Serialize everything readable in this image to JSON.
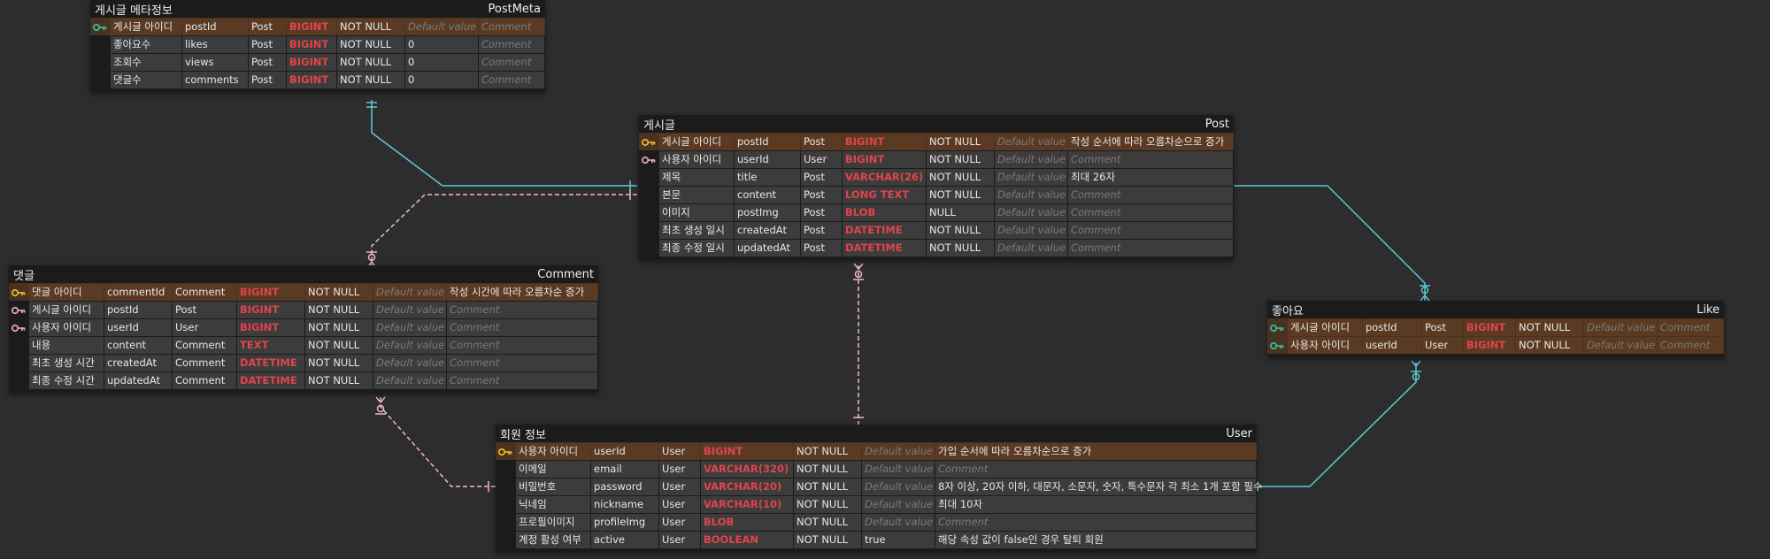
{
  "colors": {
    "background": "#2d2d2d",
    "table_bg": "#1b1b1b",
    "cell_bg": "#3c3c3c",
    "pk_row_bg": "#5a3a22",
    "type_text": "#e0454a",
    "placeholder_text": "#7a7a7a",
    "link_identifying": "#5fc8d8",
    "link_nonidentifying": "#f2b8c6",
    "key_primary": "#e2b230",
    "key_foreign": "#e0a0b6",
    "key_both": "#3ab89a"
  },
  "placeholders": {
    "default": "Default value",
    "comment": "Comment"
  },
  "tables": [
    {
      "id": "postmeta",
      "title": "게시글 메타정보",
      "name": "PostMeta",
      "rows": [
        {
          "key": "pk-fk",
          "label": "게시글 아이디",
          "column": "postId",
          "owner": "Post",
          "type": "BIGINT",
          "null": "NOT NULL",
          "default": "",
          "comment": ""
        },
        {
          "key": "",
          "label": "좋아요수",
          "column": "likes",
          "owner": "Post",
          "type": "BIGINT",
          "null": "NOT NULL",
          "default": "0",
          "comment": ""
        },
        {
          "key": "",
          "label": "조회수",
          "column": "views",
          "owner": "Post",
          "type": "BIGINT",
          "null": "NOT NULL",
          "default": "0",
          "comment": ""
        },
        {
          "key": "",
          "label": "댓글수",
          "column": "comments",
          "owner": "Post",
          "type": "BIGINT",
          "null": "NOT NULL",
          "default": "0",
          "comment": ""
        }
      ]
    },
    {
      "id": "post",
      "title": "게시글",
      "name": "Post",
      "rows": [
        {
          "key": "pk",
          "label": "게시글 아이디",
          "column": "postId",
          "owner": "Post",
          "type": "BIGINT",
          "null": "NOT NULL",
          "default": "",
          "comment": "작성 순서에 따라 오름차순으로 증가"
        },
        {
          "key": "fk",
          "label": "사용자 아이디",
          "column": "userId",
          "owner": "User",
          "type": "BIGINT",
          "null": "NOT NULL",
          "default": "",
          "comment": ""
        },
        {
          "key": "",
          "label": "제목",
          "column": "title",
          "owner": "Post",
          "type": "VARCHAR(26)",
          "null": "NOT NULL",
          "default": "",
          "comment": "최대 26자"
        },
        {
          "key": "",
          "label": "본문",
          "column": "content",
          "owner": "Post",
          "type": "LONG TEXT",
          "null": "NOT NULL",
          "default": "",
          "comment": ""
        },
        {
          "key": "",
          "label": "이미지",
          "column": "postImg",
          "owner": "Post",
          "type": "BLOB",
          "null": "NULL",
          "default": "",
          "comment": ""
        },
        {
          "key": "",
          "label": "최초 생성 일시",
          "column": "createdAt",
          "owner": "Post",
          "type": "DATETIME",
          "null": "NOT NULL",
          "default": "",
          "comment": ""
        },
        {
          "key": "",
          "label": "최종 수정 일시",
          "column": "updatedAt",
          "owner": "Post",
          "type": "DATETIME",
          "null": "NOT NULL",
          "default": "",
          "comment": ""
        }
      ]
    },
    {
      "id": "comment",
      "title": "댓글",
      "name": "Comment",
      "rows": [
        {
          "key": "pk",
          "label": "댓글 아이디",
          "column": "commentId",
          "owner": "Comment",
          "type": "BIGINT",
          "null": "NOT NULL",
          "default": "",
          "comment": "작성 시간에 따라 오름차순 증가"
        },
        {
          "key": "fk",
          "label": "게시글 아이디",
          "column": "postId",
          "owner": "Post",
          "type": "BIGINT",
          "null": "NOT NULL",
          "default": "",
          "comment": ""
        },
        {
          "key": "fk",
          "label": "사용자 아이디",
          "column": "userId",
          "owner": "User",
          "type": "BIGINT",
          "null": "NOT NULL",
          "default": "",
          "comment": ""
        },
        {
          "key": "",
          "label": "내용",
          "column": "content",
          "owner": "Comment",
          "type": "TEXT",
          "null": "NOT NULL",
          "default": "",
          "comment": ""
        },
        {
          "key": "",
          "label": "최초 생성 시간",
          "column": "createdAt",
          "owner": "Comment",
          "type": "DATETIME",
          "null": "NOT NULL",
          "default": "",
          "comment": ""
        },
        {
          "key": "",
          "label": "최종 수정 시간",
          "column": "updatedAt",
          "owner": "Comment",
          "type": "DATETIME",
          "null": "NOT NULL",
          "default": "",
          "comment": ""
        }
      ]
    },
    {
      "id": "like",
      "title": "좋아요",
      "name": "Like",
      "rows": [
        {
          "key": "pk-fk",
          "label": "게시글 아이디",
          "column": "postId",
          "owner": "Post",
          "type": "BIGINT",
          "null": "NOT NULL",
          "default": "",
          "comment": ""
        },
        {
          "key": "pk-fk",
          "label": "사용자 아이디",
          "column": "userId",
          "owner": "User",
          "type": "BIGINT",
          "null": "NOT NULL",
          "default": "",
          "comment": ""
        }
      ]
    },
    {
      "id": "user",
      "title": "회원 정보",
      "name": "User",
      "rows": [
        {
          "key": "pk",
          "label": "사용자 아이디",
          "column": "userId",
          "owner": "User",
          "type": "BIGINT",
          "null": "NOT NULL",
          "default": "",
          "comment": "가입 순서에 따라 오름차순으로 증가"
        },
        {
          "key": "",
          "label": "이메일",
          "column": "email",
          "owner": "User",
          "type": "VARCHAR(320)",
          "null": "NOT NULL",
          "default": "",
          "comment": ""
        },
        {
          "key": "",
          "label": "비밀번호",
          "column": "password",
          "owner": "User",
          "type": "VARCHAR(20)",
          "null": "NOT NULL",
          "default": "",
          "comment": "8자 이상, 20자 이하, 대문자, 소문자, 숫자, 특수문자 각 최소 1개 포함 필수"
        },
        {
          "key": "",
          "label": "닉네임",
          "column": "nickname",
          "owner": "User",
          "type": "VARCHAR(10)",
          "null": "NOT NULL",
          "default": "",
          "comment": "최대 10자"
        },
        {
          "key": "",
          "label": "프로필이미지",
          "column": "profileImg",
          "owner": "User",
          "type": "BLOB",
          "null": "NOT NULL",
          "default": "",
          "comment": ""
        },
        {
          "key": "",
          "label": "계정 활성 여부",
          "column": "active",
          "owner": "User",
          "type": "BOOLEAN",
          "null": "NOT NULL",
          "default": "true",
          "comment": "해당 속성 값이 false인 경우 탈퇴 회원"
        }
      ]
    }
  ],
  "relationships": [
    {
      "from": "post",
      "to": "postmeta",
      "style": "identifying",
      "cardinality": "one-to-one"
    },
    {
      "from": "post",
      "to": "comment",
      "style": "non-identifying",
      "cardinality": "one-to-many"
    },
    {
      "from": "post",
      "to": "like",
      "style": "identifying",
      "cardinality": "one-to-many"
    },
    {
      "from": "user",
      "to": "post",
      "style": "non-identifying",
      "cardinality": "one-to-many"
    },
    {
      "from": "user",
      "to": "comment",
      "style": "non-identifying",
      "cardinality": "one-to-many"
    },
    {
      "from": "user",
      "to": "like",
      "style": "identifying",
      "cardinality": "one-to-many"
    }
  ]
}
